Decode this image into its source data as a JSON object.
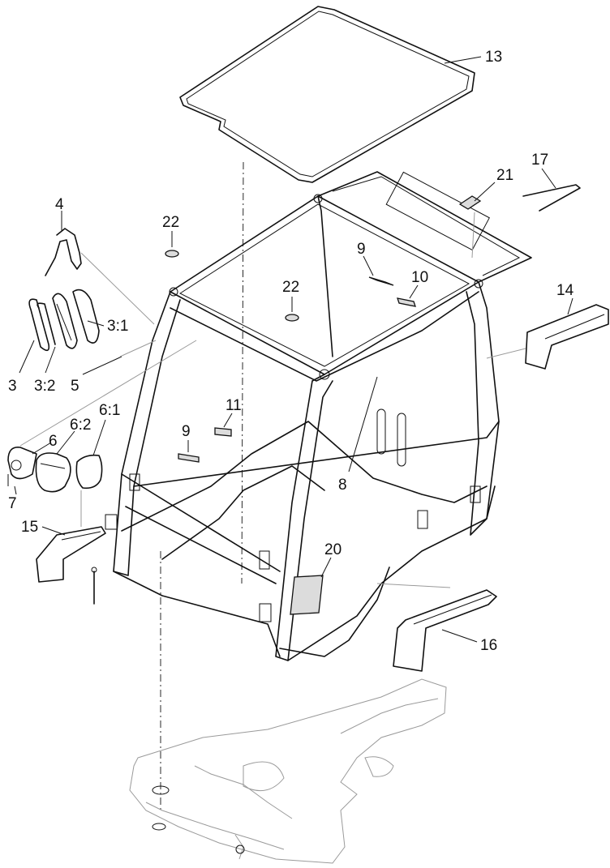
{
  "callouts": {
    "c13": "13",
    "c17": "17",
    "c21": "21",
    "c4": "4",
    "c22a": "22",
    "c22b": "22",
    "c9a": "9",
    "c10": "10",
    "c14": "14",
    "c3_1": "3:1",
    "c3": "3",
    "c3_2": "3:2",
    "c5": "5",
    "c11": "11",
    "c9b": "9",
    "c6_1": "6:1",
    "c6_2": "6:2",
    "c6": "6",
    "c7": "7",
    "c8": "8",
    "c15": "15",
    "c20": "20",
    "c16": "16"
  }
}
